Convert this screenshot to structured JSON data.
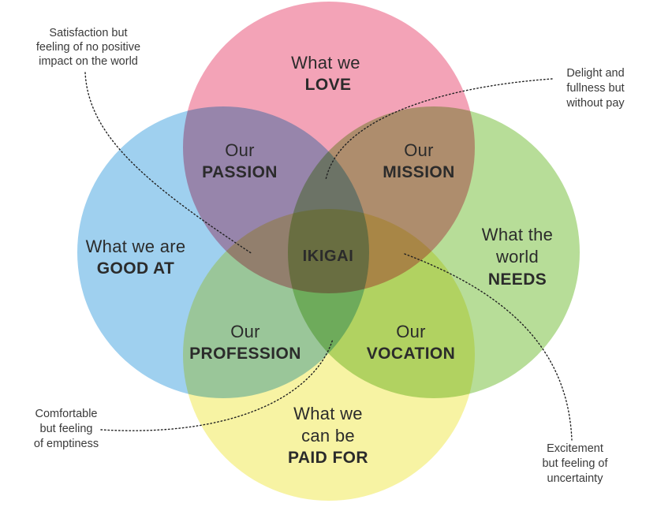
{
  "colors": {
    "love": "#f3a3b7",
    "good_at": "#9fd0ef",
    "world_needs": "#b7dd98",
    "paid_for": "#f7f3a3",
    "text": "#2b2b2b"
  },
  "circles": {
    "love": {
      "line1": "What we",
      "line2": "LOVE"
    },
    "good_at": {
      "line1": "What we are",
      "line2": "GOOD AT"
    },
    "needs": {
      "line1": "What the",
      "line2": "world",
      "line3": "NEEDS"
    },
    "paid_for": {
      "line1": "What we",
      "line2": "can be",
      "line3": "PAID FOR"
    }
  },
  "overlaps": {
    "passion": {
      "line1": "Our",
      "line2": "PASSION"
    },
    "mission": {
      "line1": "Our",
      "line2": "MISSION"
    },
    "profession": {
      "line1": "Our",
      "line2": "PROFESSION"
    },
    "vocation": {
      "line1": "Our",
      "line2": "VOCATION"
    }
  },
  "center": {
    "label": "IKIGAI"
  },
  "notes": {
    "top_left": [
      "Satisfaction but",
      "feeling of no positive",
      "impact on the world"
    ],
    "top_right": [
      "Delight and",
      "fullness but",
      "without pay"
    ],
    "bottom_left": [
      "Comfortable",
      "but feeling",
      "of emptiness"
    ],
    "bottom_right": [
      "Excitement",
      "but feeling of",
      "uncertainty"
    ]
  }
}
